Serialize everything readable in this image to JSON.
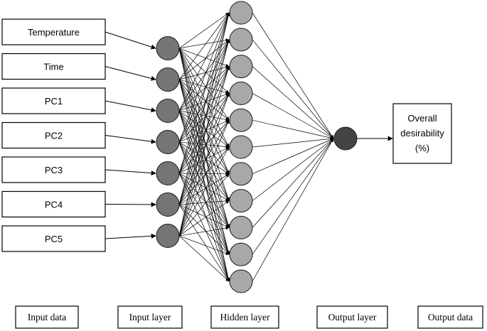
{
  "diagram": {
    "input_data": [
      "Temperature",
      "Time",
      "PC1",
      "PC2",
      "PC3",
      "PC4",
      "PC5"
    ],
    "input_neurons": 7,
    "hidden_neurons": 11,
    "output_neurons": 1,
    "output_label_lines": [
      "Overall",
      "desirability",
      "(%)"
    ],
    "layer_captions": [
      "Input data",
      "Input layer",
      "Hidden layer",
      "Output layer",
      "Output data"
    ],
    "colors": {
      "input_node": "#757575",
      "hidden_node": "#a8a8a8",
      "output_node": "#444444",
      "line": "#000000"
    }
  }
}
